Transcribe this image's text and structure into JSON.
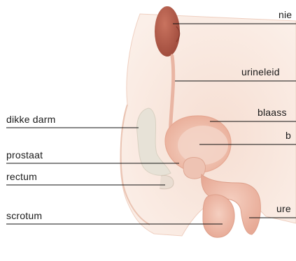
{
  "labels": {
    "left": {
      "dikke_darm": "dikke darm",
      "prostaat": "prostaat",
      "rectum": "rectum",
      "scrotum": "scrotum"
    },
    "right": {
      "nier": "nie",
      "urineleider": "urineleid",
      "blaas": "blaass",
      "b": "b",
      "urethra": "ure"
    }
  },
  "colors": {
    "body_fill": "#f7e3d8",
    "body_outline": "#ecc8b8",
    "kidney": "#b35a48",
    "bladder": "#f1c2b0",
    "colon": "#e6e1d6",
    "penis": "#f0bfae",
    "leader_line": "#111111"
  }
}
